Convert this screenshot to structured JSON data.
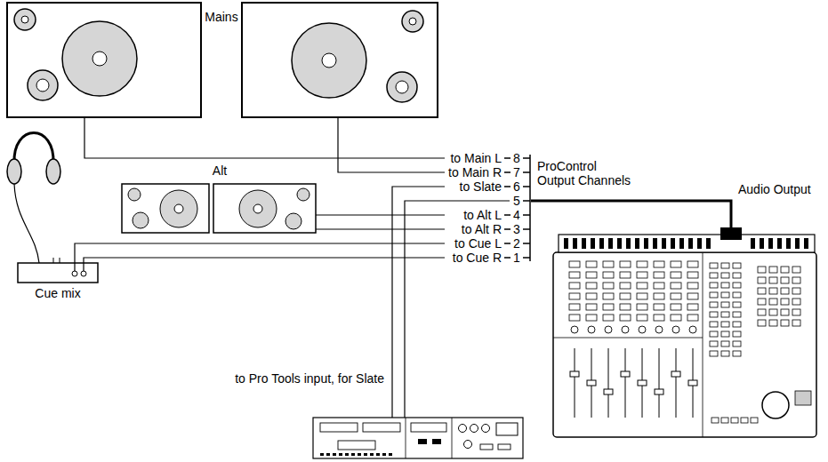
{
  "diagram": {
    "nodes": [
      {
        "text": [
          "Mains"
        ]
      },
      {
        "text": [
          "Alt"
        ]
      },
      {
        "text": [
          "Cue mix"
        ]
      }
    ],
    "labels": [
      "to Main L",
      "8",
      "to Main R",
      "7",
      "to Slate",
      "6",
      "5",
      "to Alt L",
      "4",
      "to Alt R",
      "3",
      "to Cue L",
      "2",
      "to Cue R",
      "1",
      "ProControl Output Channels",
      "Audio Output",
      "to Pro Tools input, for Slate"
    ]
  }
}
